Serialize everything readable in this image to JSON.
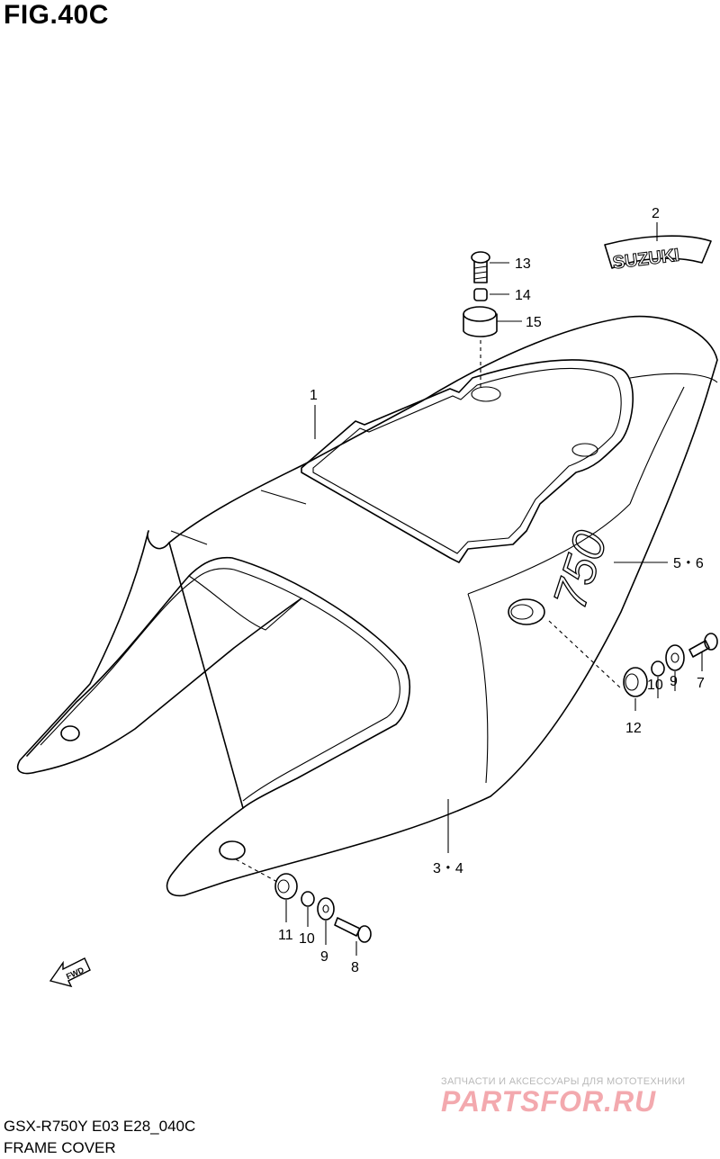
{
  "figure": {
    "title": "FIG.40C"
  },
  "footer": {
    "model_code": "GSX-R750Y E03 E28_040C",
    "section_name": "FRAME COVER"
  },
  "callouts": [
    {
      "id": "1",
      "label": "1"
    },
    {
      "id": "2",
      "label": "2"
    },
    {
      "id": "3-4",
      "label": "3・4"
    },
    {
      "id": "5-6",
      "label": "5・6"
    },
    {
      "id": "7",
      "label": "7"
    },
    {
      "id": "8",
      "label": "8"
    },
    {
      "id": "9a",
      "label": "9"
    },
    {
      "id": "9b",
      "label": "9"
    },
    {
      "id": "10a",
      "label": "10"
    },
    {
      "id": "10b",
      "label": "10"
    },
    {
      "id": "11",
      "label": "11"
    },
    {
      "id": "12",
      "label": "12"
    },
    {
      "id": "13",
      "label": "13"
    },
    {
      "id": "14",
      "label": "14"
    },
    {
      "id": "15",
      "label": "15"
    }
  ],
  "emblem": {
    "text": "SUZUKI"
  },
  "cover_marking": {
    "text": "750"
  },
  "direction_arrow": {
    "text": "FWD"
  },
  "watermark": {
    "tagline": "ЗАПЧАСТИ И АКСЕССУАРЫ ДЛЯ МОТОТЕХНИКИ",
    "logo": "PARTSFOR.RU",
    "color": "#f3a9ae"
  }
}
